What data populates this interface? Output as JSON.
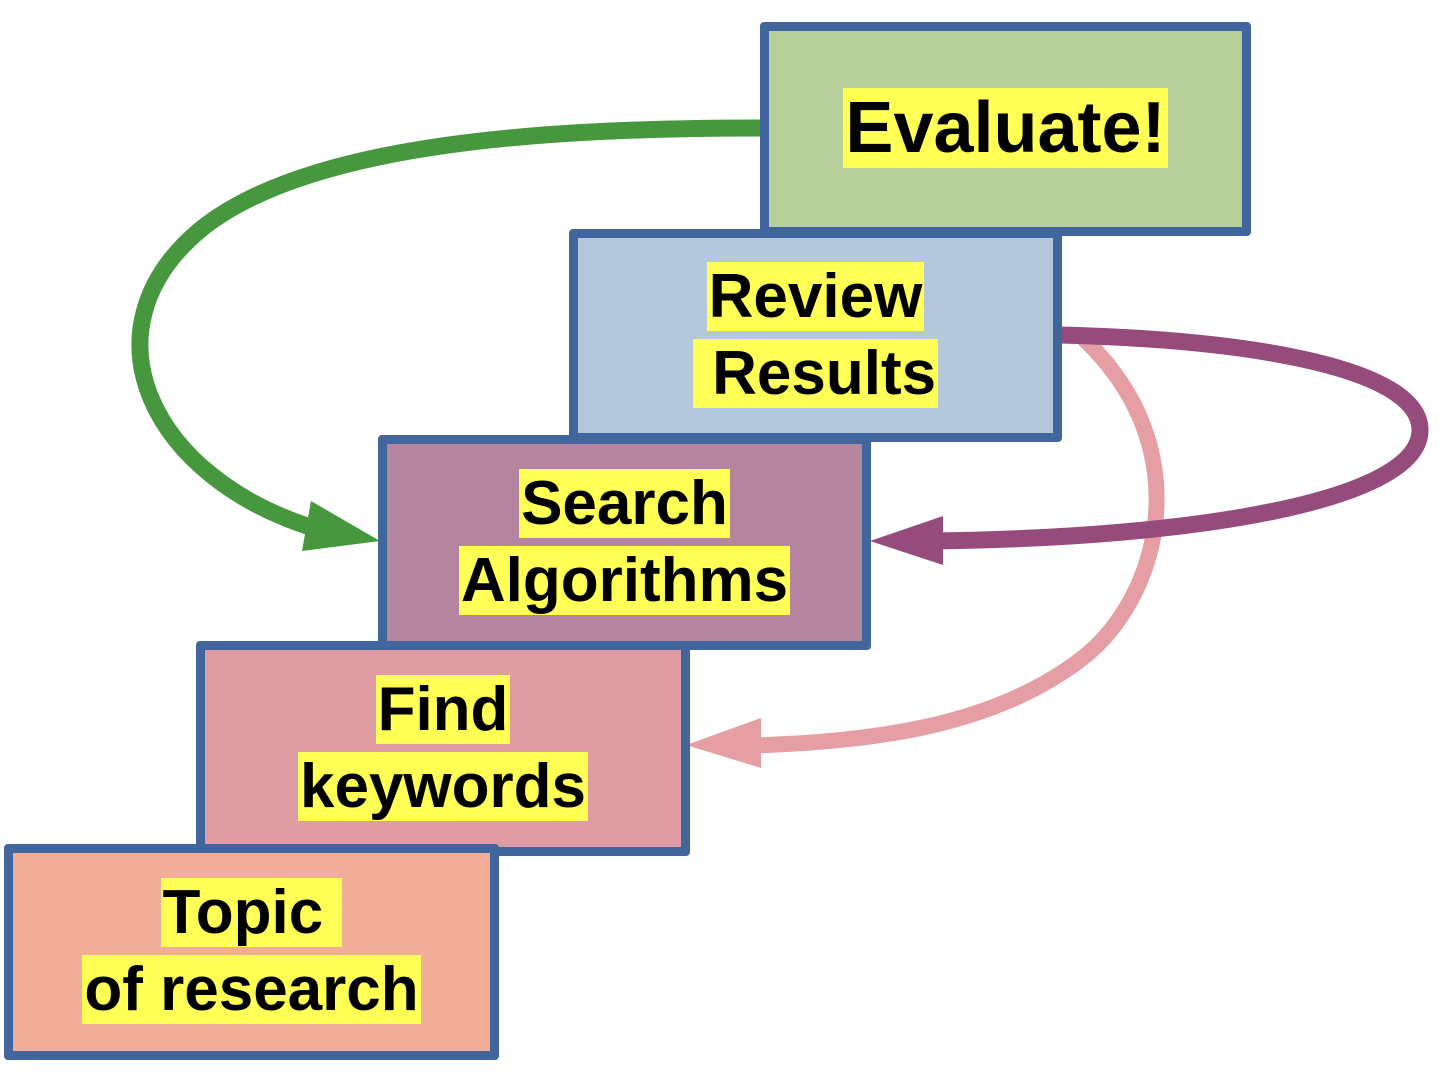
{
  "steps": {
    "evaluate": {
      "lines": [
        "Evaluate!"
      ],
      "fill": "#b7cf9b"
    },
    "review": {
      "lines": [
        "Review",
        " Results"
      ],
      "fill": "#b5c7db"
    },
    "search": {
      "lines": [
        "Search",
        "Algorithms"
      ],
      "fill": "#b5849e"
    },
    "keywords": {
      "lines": [
        "Find",
        "keywords"
      ],
      "fill": "#df9da3"
    },
    "topic": {
      "lines": [
        "Topic ",
        "of research"
      ],
      "fill": "#f2ad98"
    }
  },
  "colors": {
    "border": "#41669e",
    "highlight": "#ffff55",
    "arrow_green": "#46973e",
    "arrow_purple": "#964b7d",
    "arrow_pink": "#e59fa4"
  },
  "connections": [
    {
      "from": "Evaluate!",
      "to": "Search Algorithms",
      "color": "arrow_green"
    },
    {
      "from": "Review Results",
      "to": "Search Algorithms",
      "color": "arrow_purple"
    },
    {
      "from": "Review Results",
      "to": "Find keywords",
      "color": "arrow_pink"
    }
  ]
}
